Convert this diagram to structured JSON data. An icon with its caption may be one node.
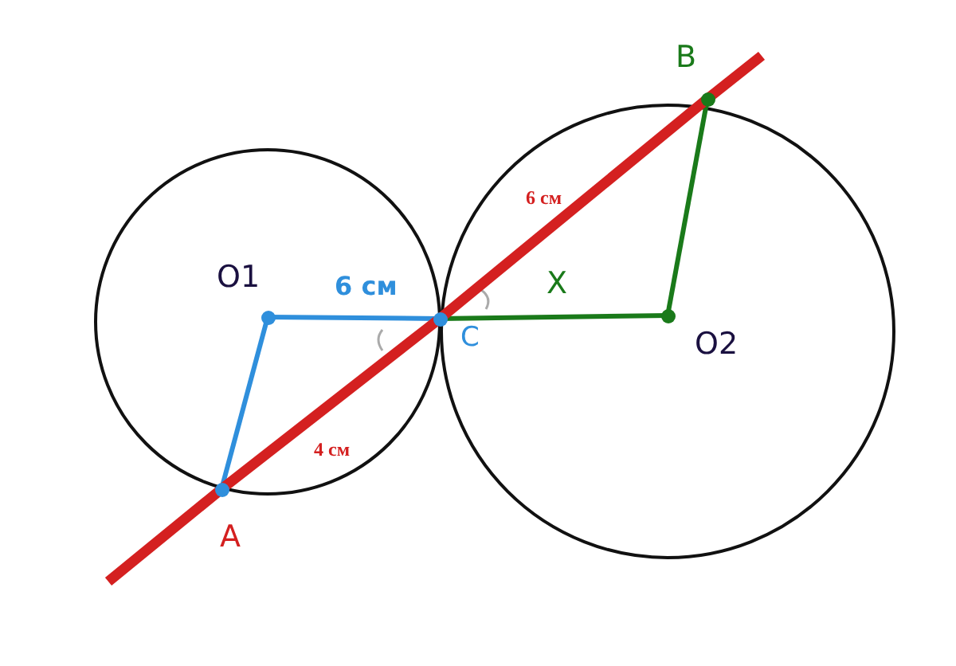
{
  "diagram": {
    "nodes": [
      {
        "text": [
          "O1"
        ]
      },
      {
        "text": [
          "A"
        ]
      },
      {
        "text": [
          "C"
        ]
      },
      {
        "text": [
          "B"
        ]
      },
      {
        "text": [
          "O2"
        ]
      }
    ],
    "edges": [
      {
        "from": 0,
        "to": 1,
        "arrow": "none",
        "color": "#2f8fdc"
      },
      {
        "from": 0,
        "to": 2,
        "arrow": "none",
        "label": "6 см",
        "color": "#2f8fdc"
      },
      {
        "from": 2,
        "to": 4,
        "arrow": "none",
        "label": "X",
        "color": "#1a7a1a"
      },
      {
        "from": 4,
        "to": 3,
        "arrow": "none",
        "color": "#1a7a1a"
      },
      {
        "from": 1,
        "to": 2,
        "arrow": "none",
        "label": "4 см",
        "style": "thick",
        "color": "#d42020"
      },
      {
        "from": 2,
        "to": 3,
        "arrow": "none",
        "label": "6 см",
        "style": "thick",
        "color": "#d42020"
      }
    ]
  }
}
